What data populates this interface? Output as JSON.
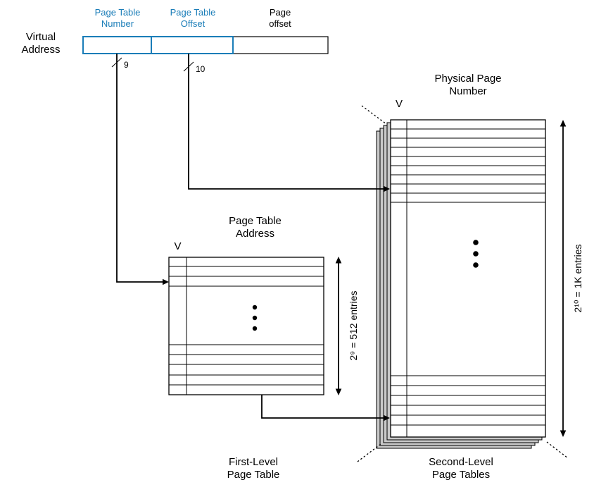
{
  "diagram": {
    "title_semantic": "Two-level page table translation",
    "virtual_address": {
      "label": "Virtual\nAddress",
      "fields": [
        {
          "name": "page-table-number",
          "label": "Page Table\nNumber",
          "bits": "9"
        },
        {
          "name": "page-table-offset",
          "label": "Page Table\nOffset",
          "bits": "10"
        },
        {
          "name": "page-offset",
          "label": "Page\noffset"
        }
      ]
    },
    "first_level_table": {
      "valid_column": "V",
      "column_title": "Page Table\nAddress",
      "entries_label": "2⁹ = 512 entries",
      "caption": "First-Level\nPage Table"
    },
    "second_level_tables": {
      "valid_column": "V",
      "column_title": "Physical Page\nNumber",
      "entries_label": "2¹⁰ = 1K entries",
      "caption": "Second-Level\nPage Tables"
    },
    "colors": {
      "accent_blue": "#1a7db8",
      "stack_gray": "#c9c9c9"
    }
  }
}
